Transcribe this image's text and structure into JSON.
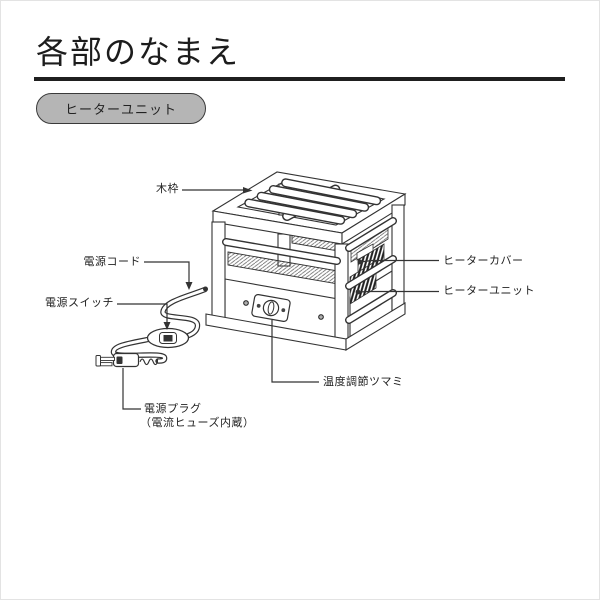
{
  "header": {
    "title": "各部のなまえ"
  },
  "section_badge": {
    "label": "ヒーターユニット"
  },
  "diagram": {
    "labels": {
      "wood_frame": "木枠",
      "power_cord": "電源コード",
      "power_switch": "電源スイッチ",
      "power_plug_line1": "電源プラグ",
      "power_plug_line2": "（電流ヒューズ内蔵）",
      "temp_knob": "温度調節ツマミ",
      "heater_cover": "ヒーターカバー",
      "heater_unit": "ヒーターユニット"
    },
    "colors": {
      "line": "#333333",
      "badge_bg": "#b5b5b5",
      "text": "#222222"
    }
  }
}
